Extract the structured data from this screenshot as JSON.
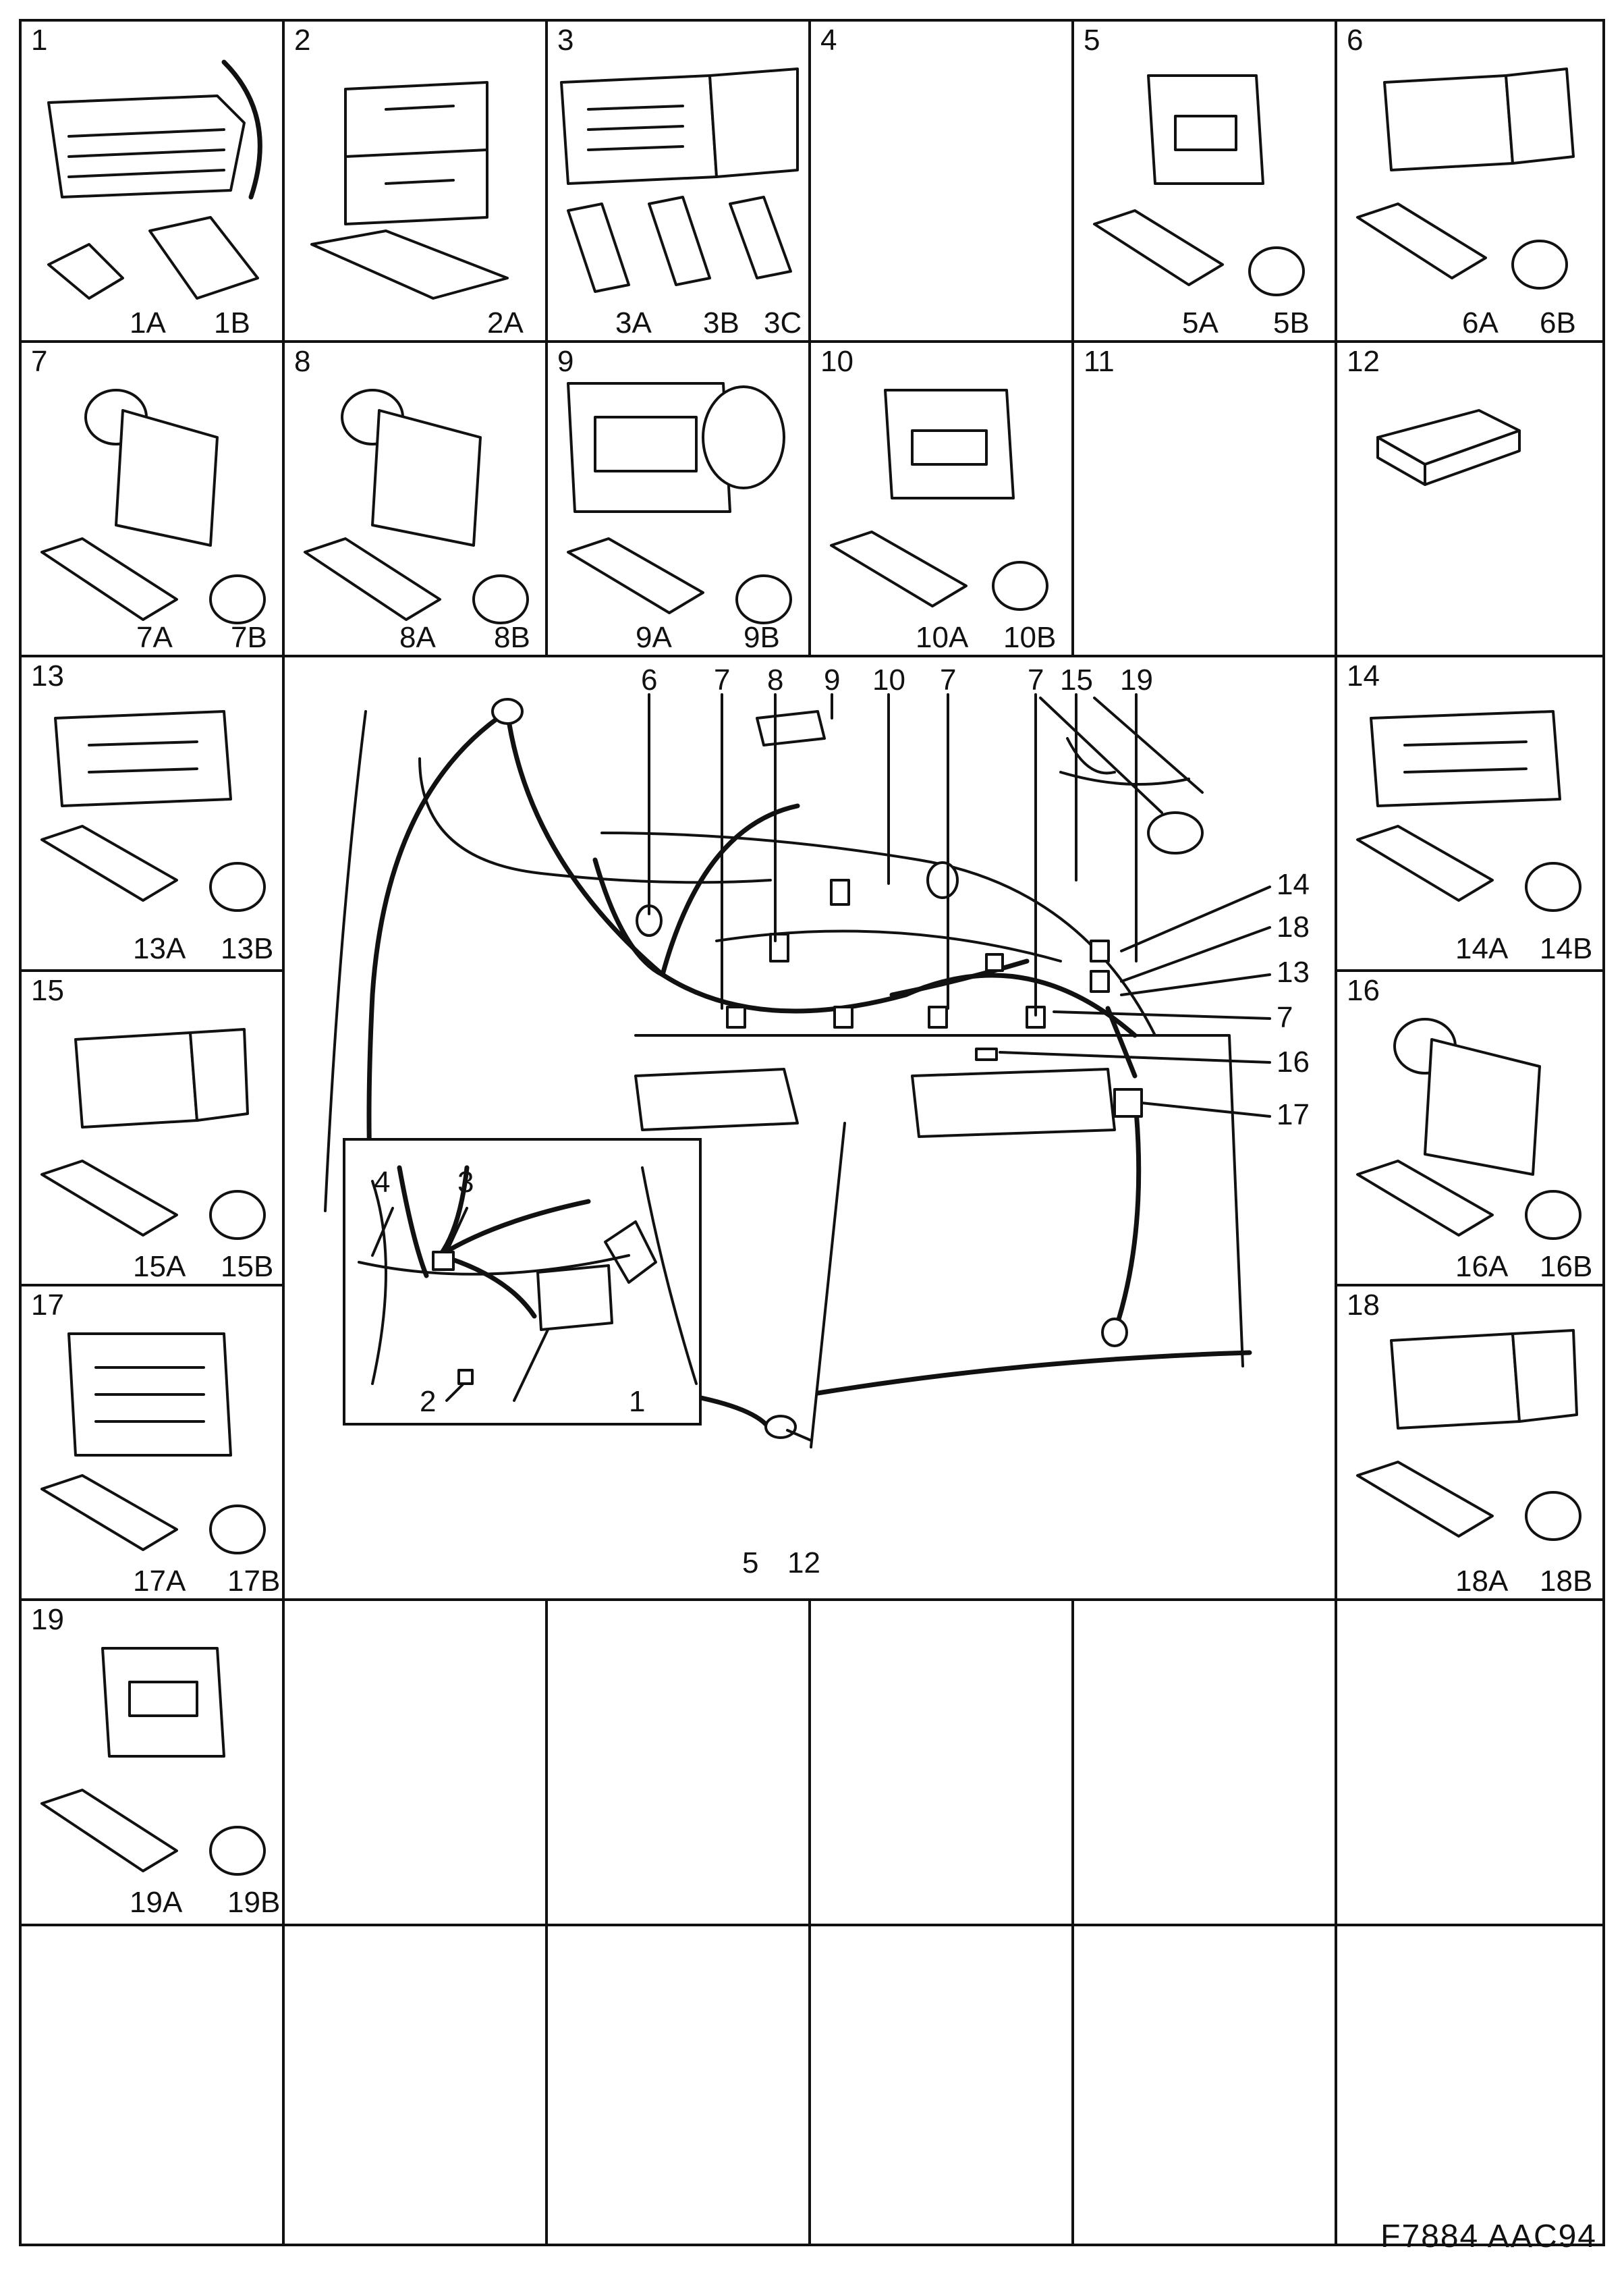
{
  "figure_code": "F7884  AAC94",
  "cells": [
    {
      "id": "1",
      "subs": [
        "1A",
        "1B"
      ]
    },
    {
      "id": "2",
      "subs": [
        "2A"
      ]
    },
    {
      "id": "3",
      "subs": [
        "3A",
        "3B",
        "3C"
      ]
    },
    {
      "id": "4",
      "subs": []
    },
    {
      "id": "5",
      "subs": [
        "5A",
        "5B"
      ]
    },
    {
      "id": "6",
      "subs": [
        "6A",
        "6B"
      ]
    },
    {
      "id": "7",
      "subs": [
        "7A",
        "7B"
      ]
    },
    {
      "id": "8",
      "subs": [
        "8A",
        "8B"
      ]
    },
    {
      "id": "9",
      "subs": [
        "9A",
        "9B"
      ]
    },
    {
      "id": "10",
      "subs": [
        "10A",
        "10B"
      ]
    },
    {
      "id": "11",
      "subs": []
    },
    {
      "id": "12",
      "subs": []
    },
    {
      "id": "13",
      "subs": [
        "13A",
        "13B"
      ]
    },
    {
      "id": "14",
      "subs": [
        "14A",
        "14B"
      ]
    },
    {
      "id": "15",
      "subs": [
        "15A",
        "15B"
      ]
    },
    {
      "id": "16",
      "subs": [
        "16A",
        "16B"
      ]
    },
    {
      "id": "17",
      "subs": [
        "17A",
        "17B"
      ]
    },
    {
      "id": "18",
      "subs": [
        "18A",
        "18B"
      ]
    },
    {
      "id": "19",
      "subs": [
        "19A",
        "19B"
      ]
    }
  ],
  "diagram_callouts": {
    "top": [
      "6",
      "7",
      "8",
      "9",
      "10",
      "7",
      "7",
      "15",
      "19"
    ],
    "right": [
      "14",
      "18",
      "13",
      "7",
      "16",
      "17"
    ],
    "bottom": [
      "5",
      "12"
    ],
    "inset": [
      "4",
      "3",
      "2",
      "1"
    ]
  }
}
